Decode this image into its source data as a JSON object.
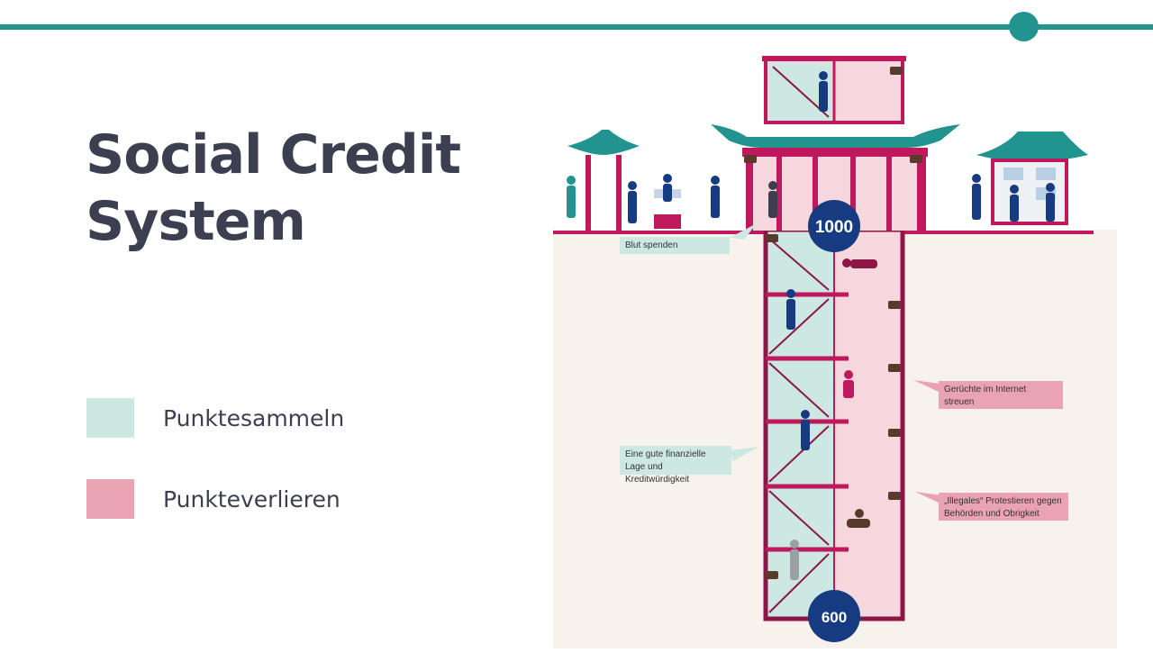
{
  "title": "Social Credit System",
  "legend": {
    "gain_label": "Punktesammeln",
    "lose_label": "Punkteverlieren",
    "gain_color": "#cde8e3",
    "lose_color": "#eaa3b3"
  },
  "illustration": {
    "score_top": "1000",
    "score_bottom": "600",
    "callouts": {
      "blood": "Blut spenden",
      "finance": "Eine gute finanzielle Lage und Kreditwürdigkeit",
      "rumors": "Gerüchte im Internet streuen",
      "protest": "„Illegales“ Protestieren gegen Behörden und Obrigkeit"
    }
  },
  "colors": {
    "accent": "#21948f",
    "frame": "#c0185c",
    "badge": "#173b80",
    "roof": "#21948f",
    "ground": "#f7f3ec"
  }
}
